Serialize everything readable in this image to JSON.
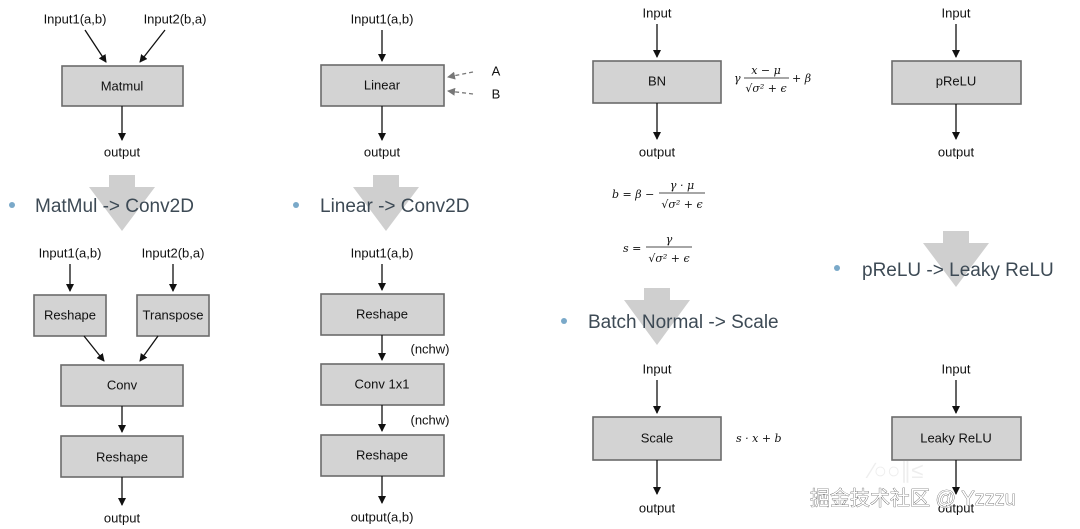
{
  "matmul": {
    "before": {
      "input1": "Input1(a,b)",
      "input2": "Input2(b,a)",
      "node": "Matmul",
      "output": "output"
    },
    "bullet": "MatMul -> Conv2D",
    "after": {
      "input1": "Input1(a,b)",
      "input2": "Input2(b,a)",
      "reshape1": "Reshape",
      "transpose": "Transpose",
      "conv": "Conv",
      "reshape2": "Reshape",
      "output": "output"
    }
  },
  "linear": {
    "before": {
      "input": "Input1(a,b)",
      "node": "Linear",
      "weight_a": "A",
      "weight_b": "B",
      "output": "output"
    },
    "bullet": "Linear -> Conv2D",
    "after": {
      "input": "Input1(a,b)",
      "reshape1": "Reshape",
      "layout1": "(nchw)",
      "conv": "Conv 1x1",
      "layout2": "(nchw)",
      "reshape2": "Reshape",
      "output": "output(a,b)"
    }
  },
  "bn": {
    "before": {
      "input": "Input",
      "node": "BN",
      "output": "output"
    },
    "formula_bn": {
      "gamma": "γ",
      "num": "x − μ",
      "den": "√σ² + ϵ",
      "tail": "+ β"
    },
    "formula_b": {
      "lhs": "b = β −",
      "num": "γ · μ",
      "den": "√σ² + ϵ"
    },
    "formula_s": {
      "lhs": "s =",
      "num": "γ",
      "den": "√σ² + ϵ"
    },
    "bullet": "Batch Normal -> Scale",
    "after": {
      "input": "Input",
      "node": "Scale",
      "formula": "s · x + b",
      "output": "output"
    }
  },
  "prelu": {
    "before": {
      "input": "Input",
      "node": "pReLU",
      "output": "output"
    },
    "bullet": "pReLU -> Leaky ReLU",
    "after": {
      "input": "Input",
      "node": "Leaky ReLU",
      "output": "output"
    }
  },
  "watermark": "掘金技术社区 @ Yzzzu",
  "colors": {
    "node_fill": "#d3d3d3",
    "node_stroke": "#6b6b6b",
    "bullet": "#7aa9c9",
    "bullet_text": "#3d4a55",
    "big_arrow": "#cfcfcf"
  }
}
